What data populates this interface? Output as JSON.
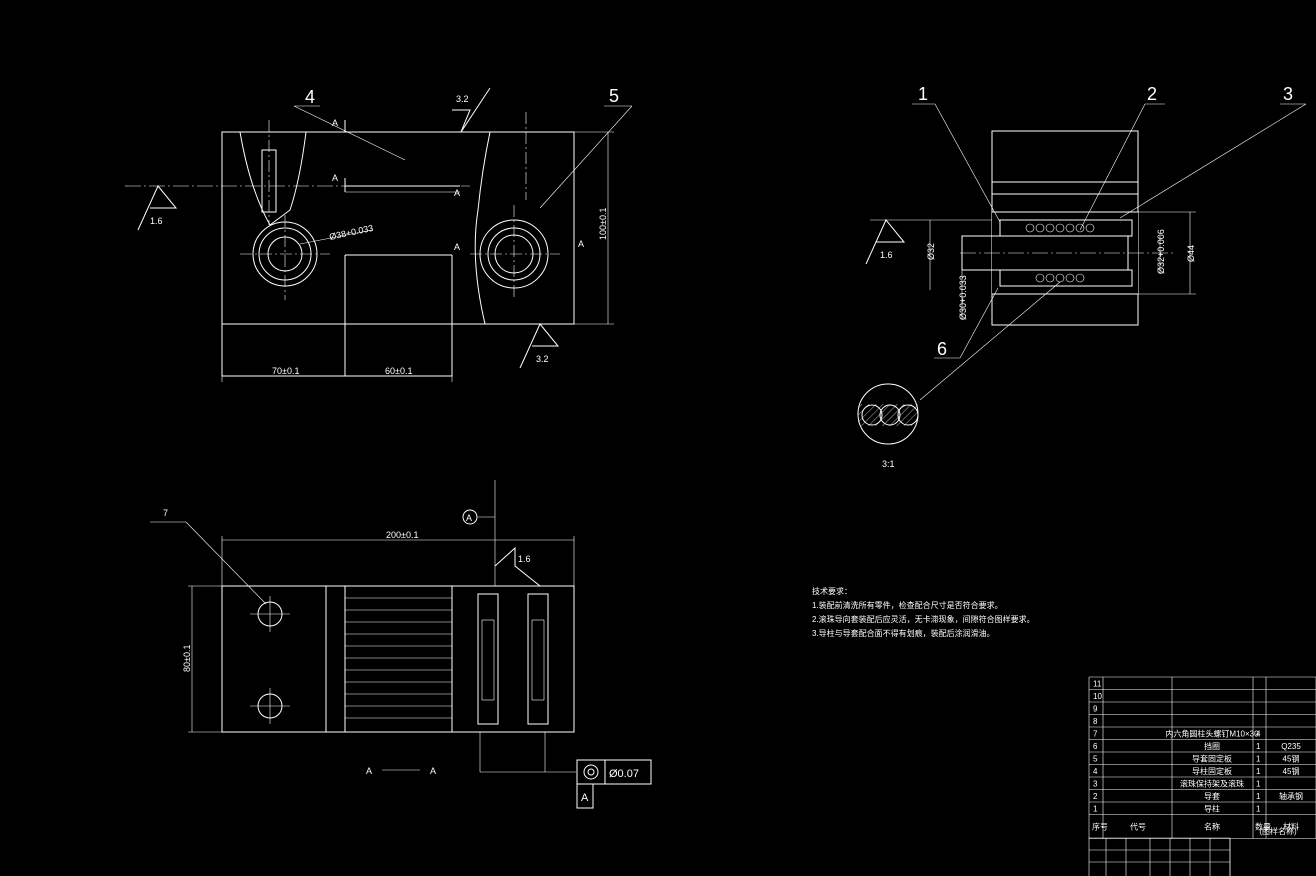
{
  "view_front": {
    "part_label_4": "4",
    "part_label_5": "5",
    "rough_top": "3.2",
    "rough_left": "1.6",
    "rough_bottom": "3.2",
    "section_a": "A",
    "hole_dim": "Ø38+0.033",
    "dim_width_1": "70±0.1",
    "dim_width_2": "60±0.1",
    "dim_height": "100±0.1"
  },
  "view_section": {
    "part_label_1": "1",
    "part_label_2": "2",
    "part_label_3": "3",
    "part_label_6": "6",
    "rough_left": "1.6",
    "dim_d32": "Ø32",
    "dim_d30": "Ø30+0.033",
    "dim_d32b": "Ø32+0.006",
    "dim_d44": "Ø44",
    "detail_label": "3:1"
  },
  "view_top": {
    "part_label_7": "7",
    "datum_a": "A",
    "dim_length": "200±0.1",
    "dim_height": "80±0.1",
    "rough": "1.6",
    "section_caption_left": "A",
    "section_caption_right": "A",
    "tol_value": "Ø0.07",
    "tol_datum": "A"
  },
  "tech_notes": {
    "title": "技术要求：",
    "lines": [
      "1.装配前清洗所有零件，检查配合尺寸是否符合要求。",
      "2.滚珠导向套装配后应灵活，无卡滞现象，间隙符合图样要求。",
      "3.导柱与导套配合面不得有划痕，装配后涂润滑油。"
    ]
  },
  "parts_table": {
    "rows": [
      {
        "no": "11",
        "name": "",
        "qty": "",
        "material": ""
      },
      {
        "no": "10",
        "name": "",
        "qty": "",
        "material": ""
      },
      {
        "no": "9",
        "name": "",
        "qty": "",
        "material": ""
      },
      {
        "no": "8",
        "name": "",
        "qty": "",
        "material": ""
      },
      {
        "no": "7",
        "name": "内六角圆柱头螺钉M10×30",
        "qty": "4",
        "material": ""
      },
      {
        "no": "6",
        "name": "挡圈",
        "qty": "1",
        "material": "Q235"
      },
      {
        "no": "5",
        "name": "导套固定板",
        "qty": "1",
        "material": "45钢"
      },
      {
        "no": "4",
        "name": "导柱固定板",
        "qty": "1",
        "material": "45钢"
      },
      {
        "no": "3",
        "name": "滚珠保持架及滚珠",
        "qty": "1",
        "material": ""
      },
      {
        "no": "2",
        "name": "导套",
        "qty": "1",
        "material": "轴承钢"
      },
      {
        "no": "1",
        "name": "导柱",
        "qty": "1",
        "material": ""
      }
    ],
    "header": {
      "no": "序号",
      "code": "代号",
      "name": "名称",
      "qty": "数量",
      "material": "材料"
    },
    "footer_text": "(图样名称)"
  }
}
